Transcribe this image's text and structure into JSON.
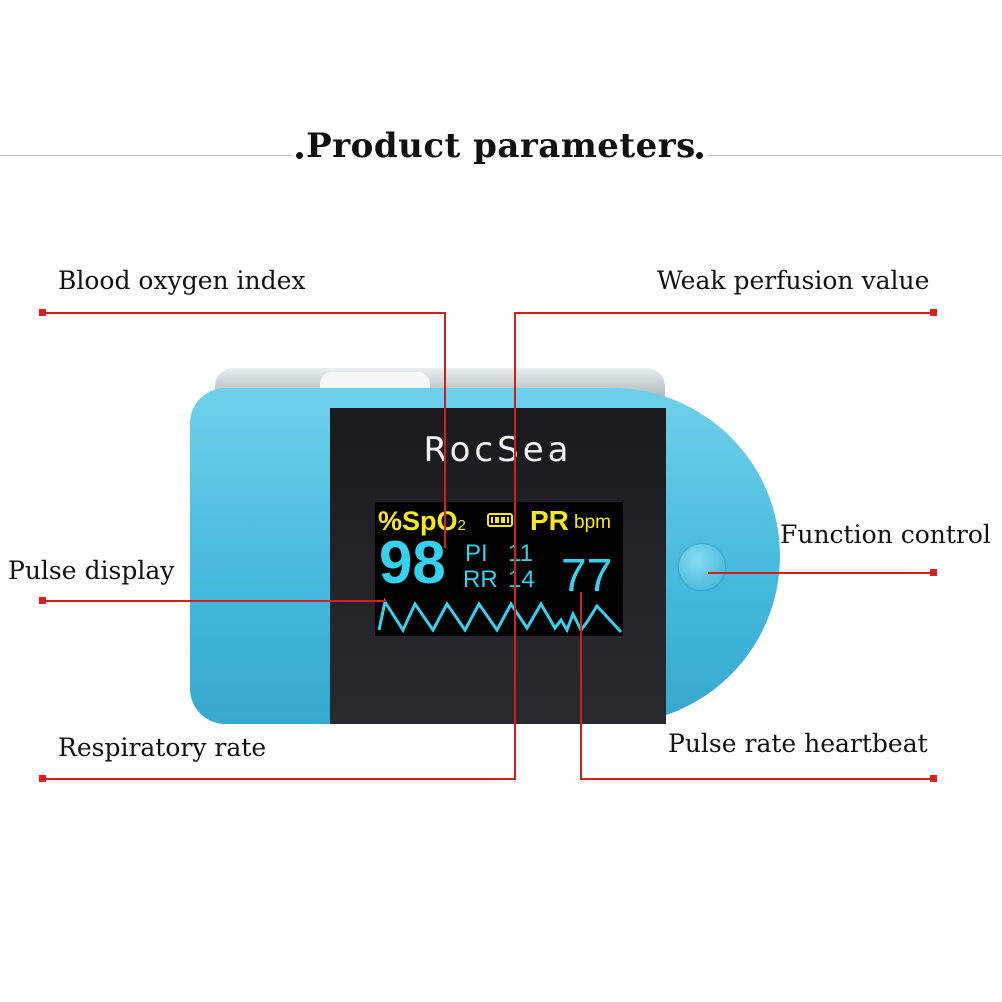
{
  "title": "Product parameters",
  "device": {
    "brand": "RocSea",
    "spo2_label": "%SpO",
    "spo2_sub": "2",
    "pr_label": "PR",
    "bpm_label": "bpm",
    "spo2_value": "98",
    "pi_label": "PI",
    "pi_value": "11",
    "rr_label": "RR",
    "rr_value": "14",
    "pr_value": "77"
  },
  "labels": {
    "blood_oxygen": "Blood oxygen index",
    "weak_perfusion": "Weak perfusion value",
    "function_control": "Function control",
    "pulse_display": "Pulse display",
    "respiratory_rate": "Respiratory rate",
    "pulse_rate": "Pulse rate heartbeat"
  },
  "colors": {
    "accent": "#d0201c",
    "device": "#44b8dc",
    "oled_yellow": "#f7e91a",
    "oled_cyan": "#35d2ee"
  }
}
